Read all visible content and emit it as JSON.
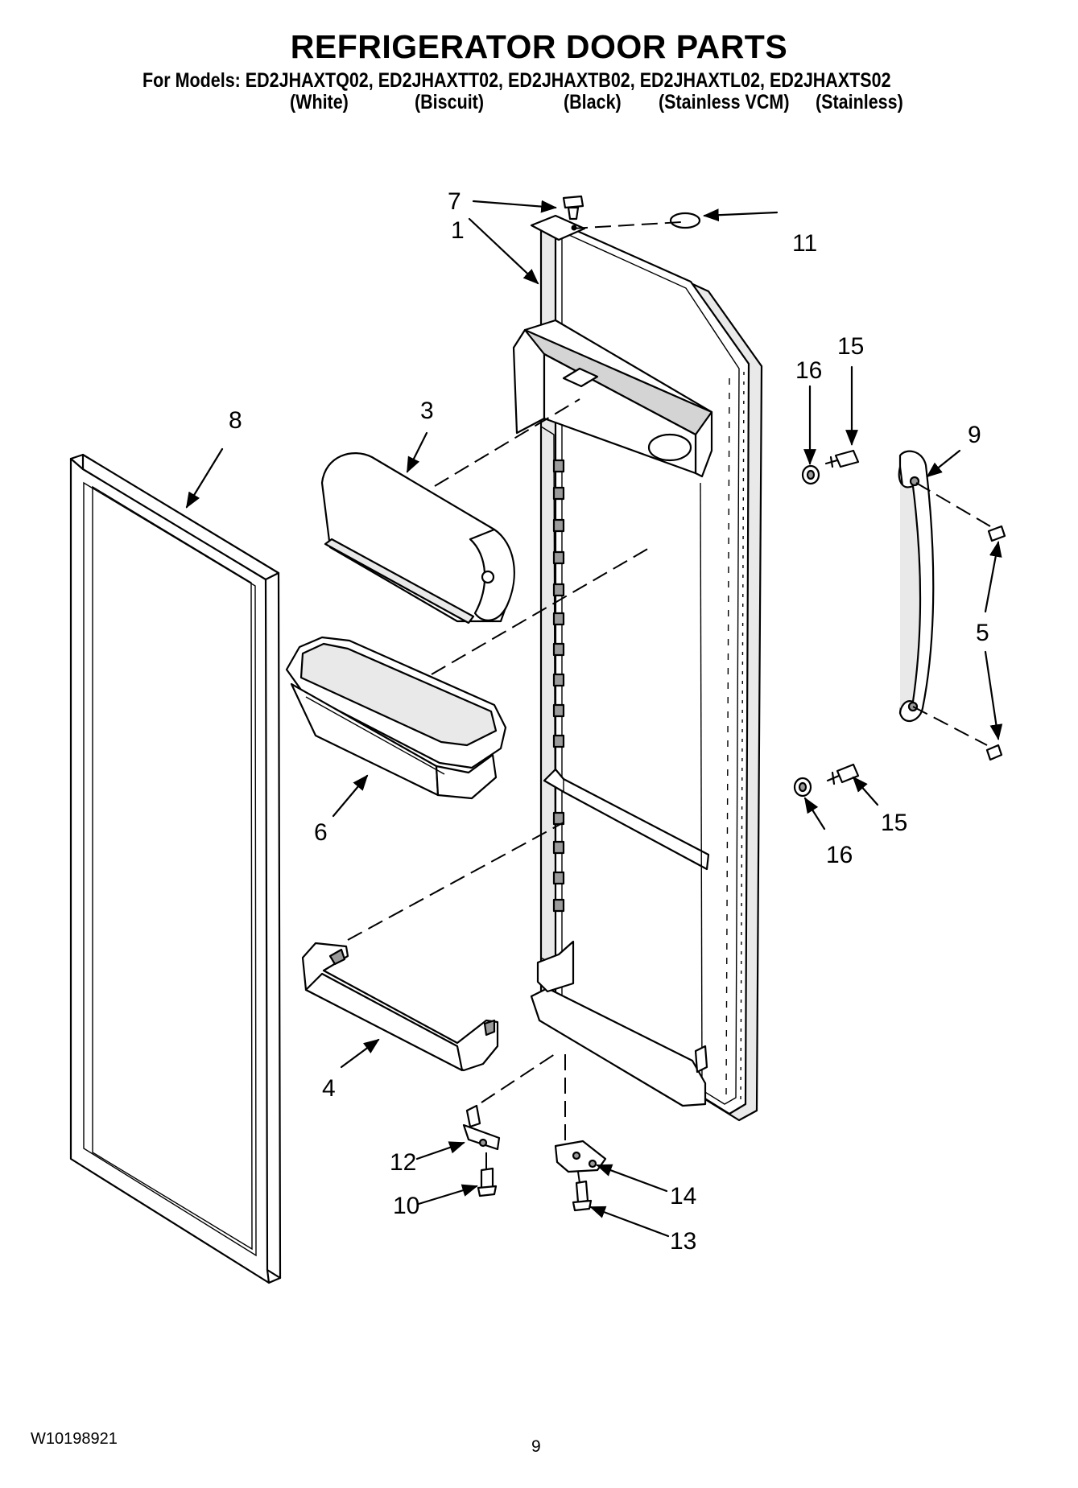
{
  "header": {
    "title": "REFRIGERATOR DOOR PARTS",
    "models_line": "For Models: ED2JHAXTQ02, ED2JHAXTT02, ED2JHAXTB02, ED2JHAXTL02, ED2JHAXTS02",
    "colors": [
      "(White)",
      "(Biscuit)",
      "(Black)",
      "(Stainless VCM)",
      "(Stainless)"
    ]
  },
  "callouts": [
    "7",
    "1",
    "11",
    "15",
    "16",
    "8",
    "3",
    "9",
    "5",
    "6",
    "15",
    "16",
    "4",
    "12",
    "10",
    "14",
    "13"
  ],
  "parts": [
    "door-liner",
    "ice-bin-cover",
    "door-bin-large",
    "door-bin-small",
    "door-gasket",
    "handle",
    "handle-screw",
    "plug",
    "bushing",
    "hinge-pin",
    "hinge-screw",
    "hinge-bracket",
    "bracket-screw",
    "mounting-screw",
    "spacer"
  ],
  "footer": {
    "doc_code": "W10198921",
    "page_number": "9"
  }
}
